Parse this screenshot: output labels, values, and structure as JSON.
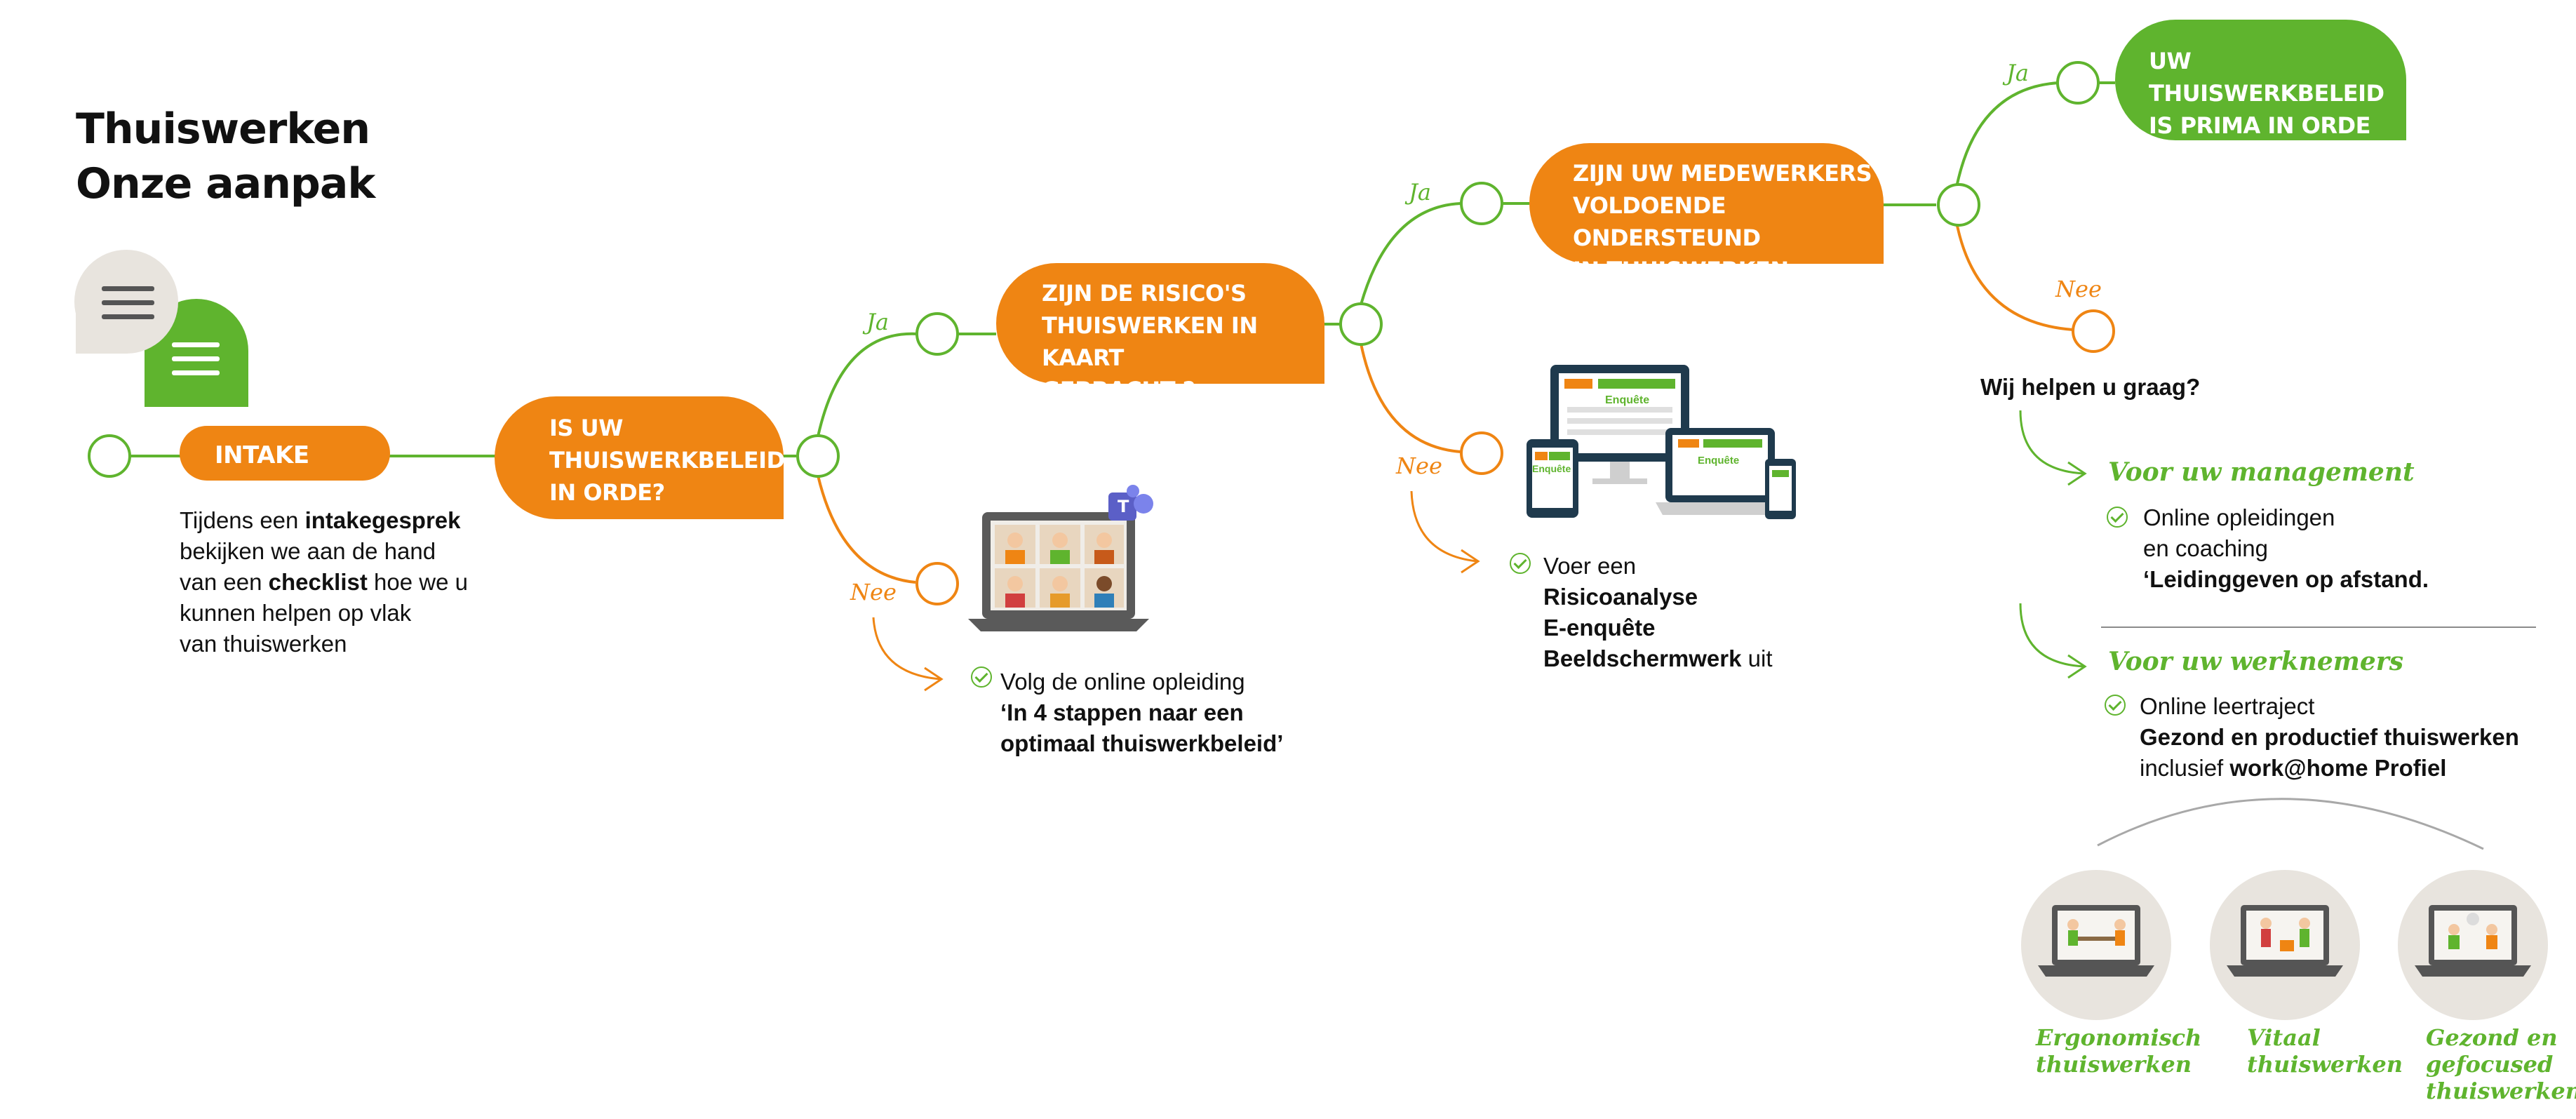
{
  "title": {
    "line1": "Thuiswerken",
    "line2": "Onze aanpak"
  },
  "colors": {
    "orange": "#ef8513",
    "green": "#5fb42e",
    "grey": "#e8e4de",
    "dark": "#222222"
  },
  "steps": {
    "intake": "INTAKE",
    "q1": "IS UW\nTHUISWERKBELEID\nIN ORDE?",
    "q2": "ZIJN DE RISICO'S\nTHUISWERKEN IN KAART\nGEBRACHT ?",
    "q3": "ZIJN UW MEDEWERKERS\nVOLDOENDE ONDERSTEUND\nIN THUISWERKEN",
    "final": "UW THUISWERKBELEID\nIS PRIMA IN ORDE"
  },
  "labels": {
    "ja": "Ja",
    "nee": "Nee"
  },
  "intake_text": {
    "p1": "Tijdens een ",
    "b1": "intakegesprek",
    "p2": "bekijken we aan de hand",
    "p3": "van een ",
    "b2": "checklist",
    "p4": " hoe we u",
    "p5": "kunnen helpen op vlak",
    "p6": "van thuiswerken"
  },
  "action1": {
    "line1": "Volg de online opleiding",
    "line2": "‘In 4 stappen naar een",
    "line3": "optimaal thuiswerkbeleid’"
  },
  "action2": {
    "line1": "Voer een",
    "line2": "Risicoanalyse",
    "line3": "E-enquête",
    "line4": "Beeldschermwerk",
    "line4b": " uit"
  },
  "devices": {
    "screen_label": "Enquête"
  },
  "help": {
    "heading": "Wij helpen u graag?",
    "management": {
      "title": "Voor uw management",
      "line1": "Online opleidingen",
      "line2": "en coaching",
      "line3": "‘Leidinggeven op afstand."
    },
    "werknemers": {
      "title": "Voor uw werknemers",
      "line1": "Online leertraject",
      "line2": "Gezond en productief thuiswerken",
      "line3a": "inclusief ",
      "line3b": "work@home Profiel"
    }
  },
  "modules": [
    {
      "caption": "Ergonomisch\nthuiswerken"
    },
    {
      "caption": "Vitaal\nthuiswerken"
    },
    {
      "caption": "Gezond en\ngefocused\nthuiswerken"
    }
  ]
}
